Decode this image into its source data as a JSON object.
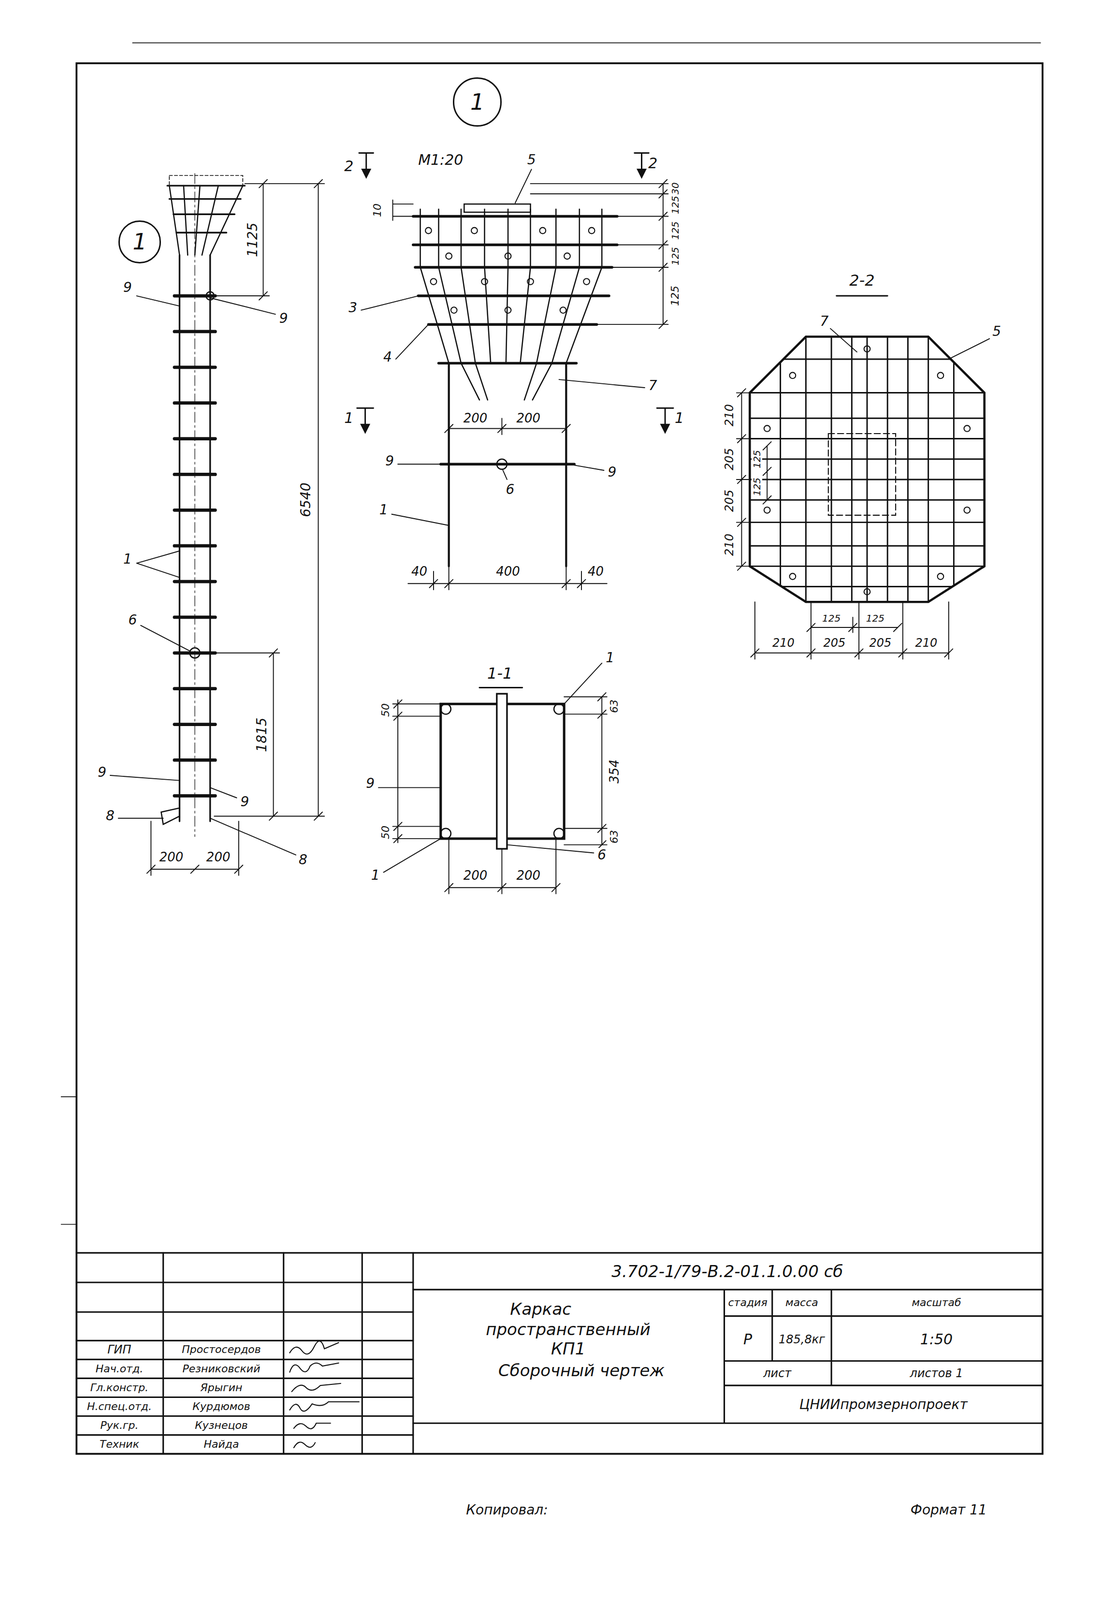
{
  "diagram": {
    "nodes": [
      {
        "text": [
          "1"
        ]
      },
      {
        "text": [
          "1"
        ]
      }
    ],
    "labels": [
      "1125",
      "9",
      "9",
      "6540",
      "1",
      "6",
      "1815",
      "9",
      "9",
      "8",
      "8",
      "200",
      "200",
      "М1:20",
      "5",
      "2",
      "2",
      "10",
      "30",
      "125",
      "125",
      "125",
      "125",
      "3",
      "4",
      "7",
      "200",
      "200",
      "1",
      "1",
      "9",
      "6",
      "9",
      "1",
      "40",
      "400",
      "40",
      "1-1",
      "1",
      "50",
      "63",
      "354",
      "63",
      "50",
      "9",
      "6",
      "1",
      "200",
      "200",
      "2-2",
      "7",
      "5",
      "210",
      "205",
      "205",
      "210",
      "125",
      "125",
      "125",
      "125",
      "210",
      "205",
      "205",
      "210",
      "3.702-1/79-В.2-01.1.0.00 сб",
      "Каркас",
      "пространственный",
      "КП1",
      "Сборочный чертеж",
      "стадия",
      "масса",
      "масштаб",
      "Р",
      "185,8кг",
      "1:50",
      "лист",
      "листов 1",
      "ЦНИИпромзернопроект",
      "ГИП",
      "Простосердов",
      "Нач.отд.",
      "Резниковский",
      "Гл.констр.",
      "Ярыгин",
      "Н.спец.отд.",
      "Курдюмов",
      "Рук.гр.",
      "Кузнецов",
      "Техник",
      "Найда",
      "Копировал:",
      "Формат 11"
    ]
  }
}
